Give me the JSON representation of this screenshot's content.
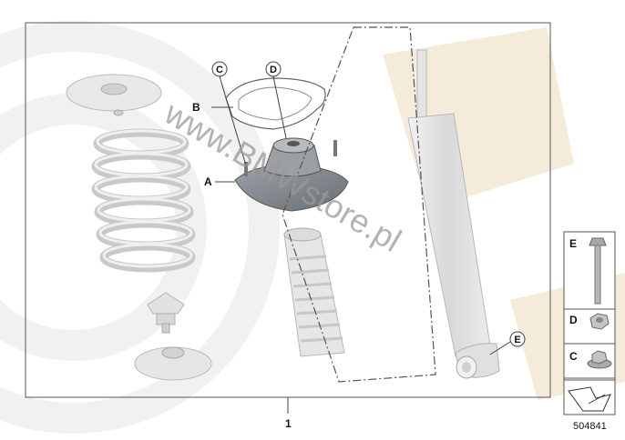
{
  "watermark": "www.BMWstore.pl",
  "assembly_number": "1",
  "callouts": {
    "A": "A",
    "B": "B",
    "C": "C",
    "D": "D",
    "E": "E"
  },
  "legend": {
    "items": [
      {
        "letter": "E",
        "part": "bolt"
      },
      {
        "letter": "D",
        "part": "nut"
      },
      {
        "letter": "C",
        "part": "flange-nut"
      }
    ]
  },
  "document_id": "504841",
  "colors": {
    "part_fill": "#e6e6e6",
    "part_stroke": "#a8a8a8",
    "mount_fill": "#8f9499",
    "frame": "#555555",
    "background_logo": "#f3e6d2"
  }
}
